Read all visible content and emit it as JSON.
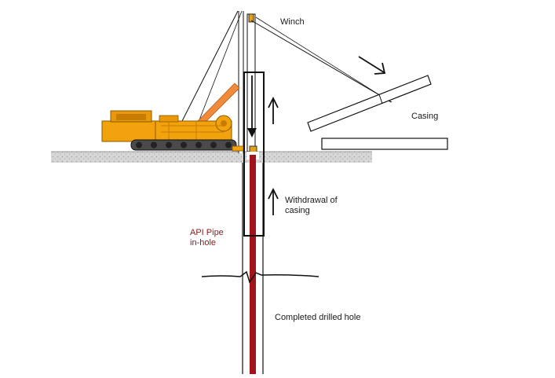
{
  "labels": {
    "winch": "Winch",
    "casing": "Casing",
    "withdrawal_line1": "Withdrawal of",
    "withdrawal_line2": "casing",
    "api_pipe_line1": "API Pipe",
    "api_pipe_line2": "in-hole",
    "completed_hole": "Completed drilled hole"
  },
  "colors": {
    "rig_body": "#f2a20c",
    "rig_dark": "#c77d05",
    "boom": "#f28a3c",
    "ground": "#d4d4d4",
    "api_pipe": "#a0141a",
    "line": "#111111",
    "casing_fill": "#ffffff"
  },
  "icons": [
    "direction-arrow-icon",
    "up-arrow-icon",
    "down-arrow-icon"
  ]
}
